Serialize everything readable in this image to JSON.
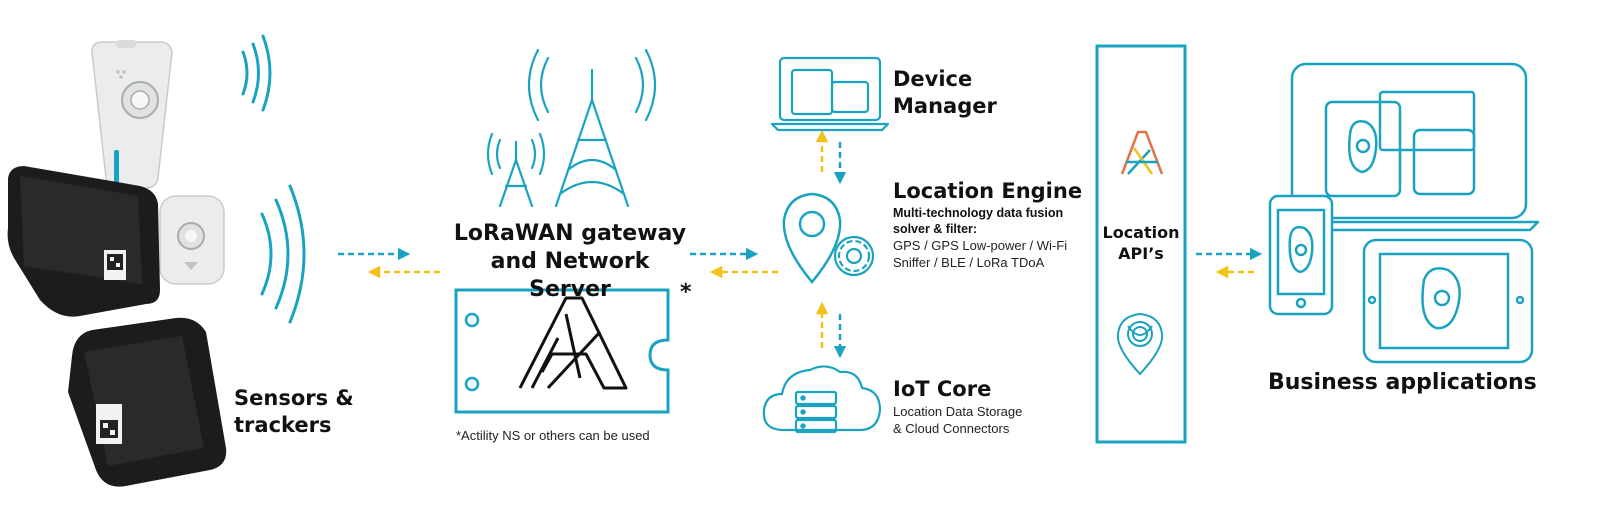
{
  "sensors": {
    "label_line1": "Sensors &",
    "label_line2": "trackers"
  },
  "gateway": {
    "title_line1": "LoRaWAN gateway",
    "title_line2": "and Network Server",
    "asterisk": "*",
    "footnote": "*Actility NS or others can be used"
  },
  "device_manager": {
    "title_line1": "Device",
    "title_line2": "Manager"
  },
  "location_engine": {
    "title": "Location Engine",
    "sub_bold_line1": "Multi-technology data fusion",
    "sub_bold_line2": "solver & filter:",
    "sub_line1": "GPS / GPS Low-power / Wi-Fi",
    "sub_line2": "Sniffer / BLE / LoRa TDoA"
  },
  "iot_core": {
    "title": "IoT Core",
    "sub_line1": "Location Data Storage",
    "sub_line2": "& Cloud Connectors"
  },
  "location_api": {
    "title_line1": "Location",
    "title_line2": "API’s"
  },
  "business": {
    "title": "Business applications"
  },
  "colors": {
    "teal": "#1aa3c1",
    "yellow": "#f2c21b",
    "device_dark": "#1c1c1c",
    "device_light": "#ebecec"
  },
  "icons": [
    "radio-waves-icon",
    "antenna-tower-icon",
    "laptop-icon",
    "map-pin-icon",
    "gear-icon",
    "cloud-server-icon",
    "actility-logo-icon",
    "location-pin-logo-icon",
    "monitor-icon",
    "phone-icon",
    "tablet-icon"
  ]
}
